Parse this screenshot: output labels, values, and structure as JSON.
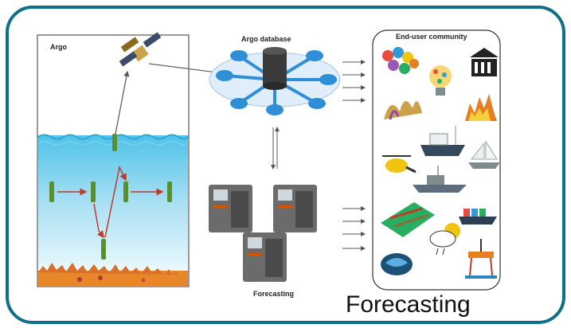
{
  "labels": {
    "argo": "Argo",
    "database": "Argo database",
    "community": "End-user community",
    "forecasting_small": "Forecasting",
    "forecasting_caption": "Forecasting"
  },
  "colors": {
    "frame": "#0e6f86",
    "water_top": "#4fc3e8",
    "water_bottom": "#e8f7fd",
    "seabed": "#e8872a",
    "float": "#4a7d2e",
    "server": "#6b6b6b",
    "db_node": "#2f8fd6"
  },
  "icons": [
    "satellite-icon",
    "database-hub-icon",
    "server-rack-icon",
    "crowd-icon",
    "lightbulb-icon",
    "government-building-icon",
    "coral-reef-icon",
    "wildfire-icon",
    "fishing-vessel-icon",
    "sailboat-icon",
    "helicopter-icon",
    "warship-icon",
    "farm-field-icon",
    "weather-cloud-icon",
    "cargo-ship-icon",
    "hurricane-icon",
    "oil-platform-icon"
  ]
}
